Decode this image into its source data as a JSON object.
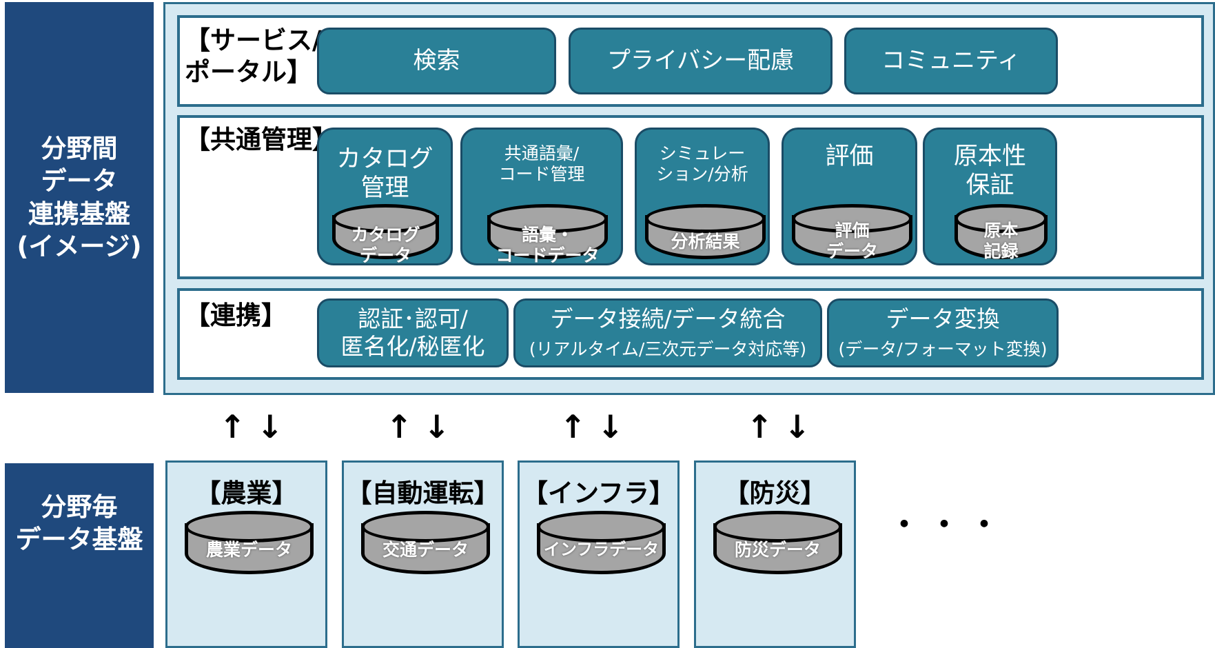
{
  "left_labels": {
    "top": "分野間\nデータ\n連携基盤\n(イメージ)",
    "bottom": "分野毎\nデータ基盤"
  },
  "service": {
    "label": "【サービス/\nポータル】",
    "items": [
      "検索",
      "プライバシー配慮",
      "コミュニティ"
    ]
  },
  "common": {
    "label": "【共通管理】",
    "tiles": [
      {
        "title": "カタログ\n管理",
        "db": "カタログ\nデータ"
      },
      {
        "title": "共通語彙/\nコード管理",
        "db": "語彙・\nコードデータ"
      },
      {
        "title": "シミュレー\nション/分析",
        "db": "分析結果"
      },
      {
        "title": "評価",
        "db": "評価\nデータ"
      },
      {
        "title": "原本性\n保証",
        "db": "原本\n記録"
      }
    ]
  },
  "link": {
    "label": "【連携】",
    "items": [
      {
        "main": "認証･認可/\n匿名化/秘匿化",
        "sub": ""
      },
      {
        "main": "データ接続/データ統合",
        "sub": "(リアルタイム/三次元データ対応等)"
      },
      {
        "main": "データ変換",
        "sub": "(データ/フォーマット変換)"
      }
    ]
  },
  "arrow_glyphs": "↑ ↓",
  "domains": [
    {
      "label": "【農業】",
      "db": "農業データ"
    },
    {
      "label": "【自動運転】",
      "db": "交通データ"
    },
    {
      "label": "【インフラ】",
      "db": "インフラデータ"
    },
    {
      "label": "【防災】",
      "db": "防災データ"
    }
  ],
  "more": "・・・",
  "colors": {
    "side_bg": "#1f497d",
    "box_fill": "#2a8097",
    "frame_light": "#d6e9f2",
    "cylinder": "#a5a5a5"
  }
}
